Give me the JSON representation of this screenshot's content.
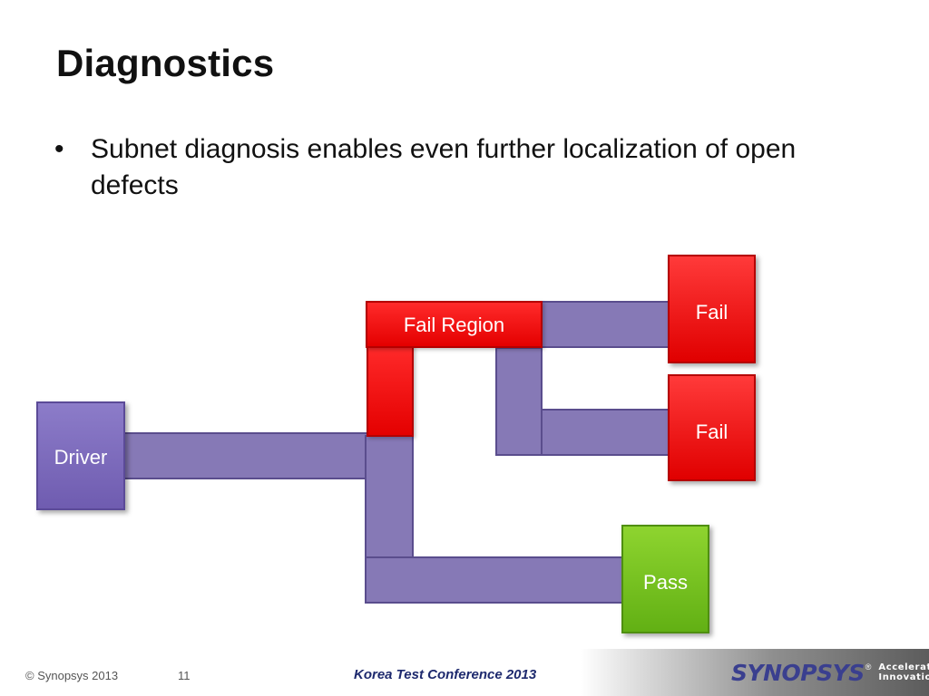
{
  "slide": {
    "title": "Diagnostics",
    "bullet_symbol": "•",
    "bullet_text": "Subnet diagnosis enables even further localization of open defects"
  },
  "diagram": {
    "driver_label": "Driver",
    "fail_region_label": "Fail Region",
    "sinks": [
      {
        "label": "Fail",
        "status": "fail"
      },
      {
        "label": "Fail",
        "status": "fail"
      },
      {
        "label": "Pass",
        "status": "pass"
      }
    ],
    "colors": {
      "wire": "#8679b6",
      "driver": "#7866bb",
      "fail": "#f00000",
      "pass": "#7ac222"
    }
  },
  "footer": {
    "copyright": "© Synopsys 2013",
    "page_number": "11",
    "conference": "Korea Test Conference 2013",
    "logo_text": "SYNOPSYS",
    "logo_reg": "®",
    "logo_tagline_1": "Accelerating",
    "logo_tagline_2": "Innovation"
  }
}
